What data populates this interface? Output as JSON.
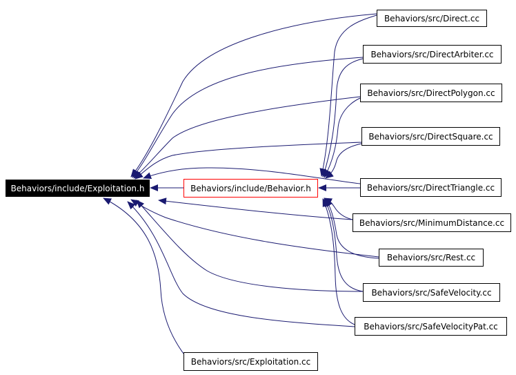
{
  "graph": {
    "type": "include-dependency-graph",
    "colors": {
      "edge": "#191970",
      "root_fill": "#000000",
      "root_text": "#ffffff",
      "highlight_border": "#ff0000",
      "node_border": "#000000"
    },
    "nodes": [
      {
        "id": "exploitation_h",
        "label": "Behaviors/include/Exploitation.h",
        "style": "root"
      },
      {
        "id": "behavior_h",
        "label": "Behaviors/include/Behavior.h",
        "style": "highlight"
      },
      {
        "id": "direct",
        "label": "Behaviors/src/Direct.cc",
        "style": "plain"
      },
      {
        "id": "direct_arbiter",
        "label": "Behaviors/src/DirectArbiter.cc",
        "style": "plain"
      },
      {
        "id": "direct_polygon",
        "label": "Behaviors/src/DirectPolygon.cc",
        "style": "plain"
      },
      {
        "id": "direct_square",
        "label": "Behaviors/src/DirectSquare.cc",
        "style": "plain"
      },
      {
        "id": "direct_triangle",
        "label": "Behaviors/src/DirectTriangle.cc",
        "style": "plain"
      },
      {
        "id": "minimum_distance",
        "label": "Behaviors/src/MinimumDistance.cc",
        "style": "plain"
      },
      {
        "id": "rest",
        "label": "Behaviors/src/Rest.cc",
        "style": "plain"
      },
      {
        "id": "safe_velocity",
        "label": "Behaviors/src/SafeVelocity.cc",
        "style": "plain"
      },
      {
        "id": "safe_velocity_pat",
        "label": "Behaviors/src/SafeVelocityPat.cc",
        "style": "plain"
      },
      {
        "id": "exploitation_cc",
        "label": "Behaviors/src/Exploitation.cc",
        "style": "plain"
      }
    ],
    "edges": [
      {
        "from": "behavior_h",
        "to": "exploitation_h"
      },
      {
        "from": "direct",
        "to": "exploitation_h"
      },
      {
        "from": "direct_arbiter",
        "to": "exploitation_h"
      },
      {
        "from": "direct_polygon",
        "to": "exploitation_h"
      },
      {
        "from": "direct_square",
        "to": "exploitation_h"
      },
      {
        "from": "direct_triangle",
        "to": "exploitation_h"
      },
      {
        "from": "minimum_distance",
        "to": "exploitation_h"
      },
      {
        "from": "rest",
        "to": "exploitation_h"
      },
      {
        "from": "safe_velocity",
        "to": "exploitation_h"
      },
      {
        "from": "safe_velocity_pat",
        "to": "exploitation_h"
      },
      {
        "from": "exploitation_cc",
        "to": "exploitation_h"
      },
      {
        "from": "direct",
        "to": "behavior_h"
      },
      {
        "from": "direct_arbiter",
        "to": "behavior_h"
      },
      {
        "from": "direct_polygon",
        "to": "behavior_h"
      },
      {
        "from": "direct_square",
        "to": "behavior_h"
      },
      {
        "from": "direct_triangle",
        "to": "behavior_h"
      },
      {
        "from": "minimum_distance",
        "to": "behavior_h"
      },
      {
        "from": "rest",
        "to": "behavior_h"
      },
      {
        "from": "safe_velocity",
        "to": "behavior_h"
      },
      {
        "from": "safe_velocity_pat",
        "to": "behavior_h"
      }
    ]
  }
}
